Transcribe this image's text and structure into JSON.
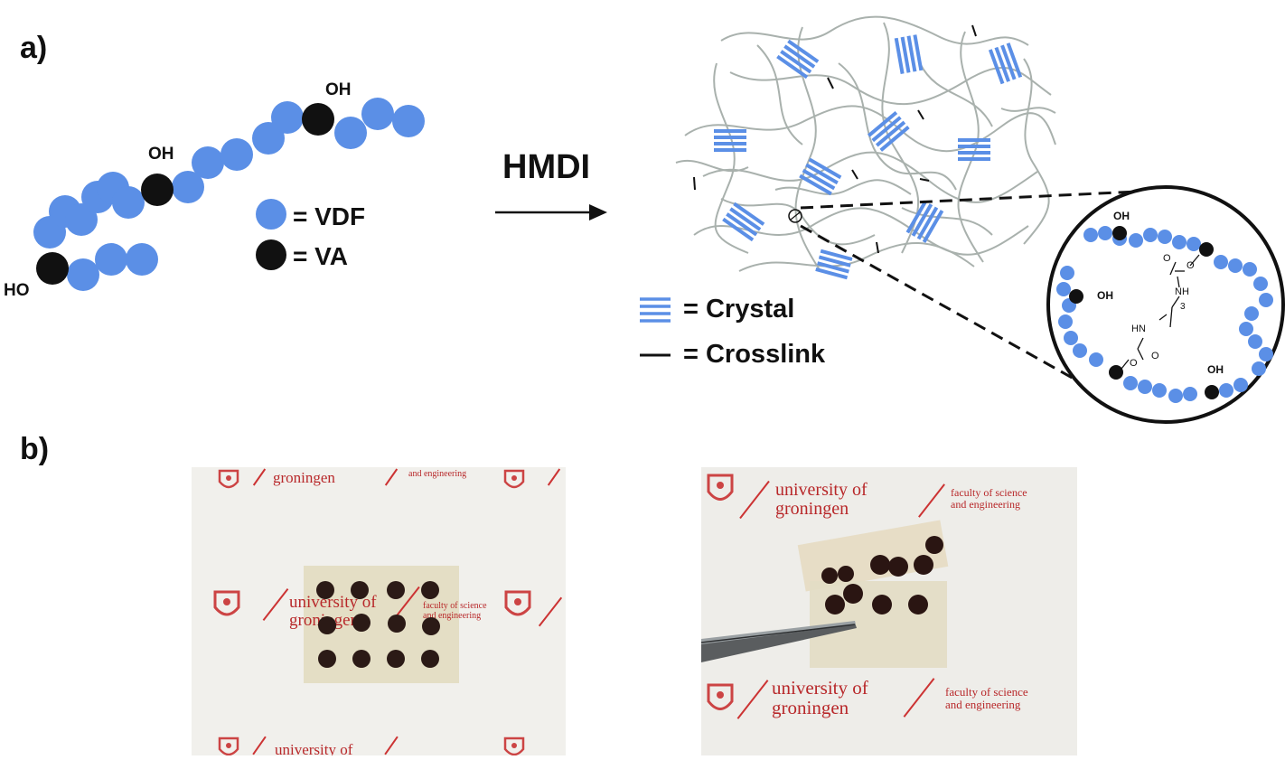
{
  "panel_a": {
    "label": "a)",
    "chain_labels": {
      "oh_top": "OH",
      "oh_mid": "OH",
      "ho_left": "HO"
    },
    "legend": {
      "vdf": "= VDF",
      "va": "= VA"
    },
    "reagent": "HMDI",
    "network_legend": {
      "crystal": "= Crystal",
      "crosslink": "= Crosslink"
    },
    "zoom_labels": {
      "oh_top": "OH",
      "oh_left": "OH",
      "oh_bottom": "OH",
      "nh": "NH",
      "hn": "HN",
      "o_upper": "O",
      "o_lower": "O",
      "o_carbonyl_upper": "O",
      "o_carbonyl_lower": "O",
      "subscript": "3"
    }
  },
  "panel_b": {
    "label": "b)",
    "photo_left": {
      "university_of": "university of",
      "groningen": "groningen",
      "faculty_line1": "faculty of science",
      "faculty_line2": "and engineering",
      "top_groningen": "groningen",
      "top_engineering": "and engineering",
      "bottom_university": "university of"
    },
    "photo_right": {
      "university_of": "university of",
      "groningen": "groningen",
      "faculty_line1": "faculty of science",
      "faculty_line2": "and engineering"
    }
  },
  "colors": {
    "vdf": "#5b8fe6",
    "va": "#111111",
    "crystal": "#5b8fe6",
    "polymer_strand": "#a9b1ad",
    "logo_red": "#b8282a"
  }
}
